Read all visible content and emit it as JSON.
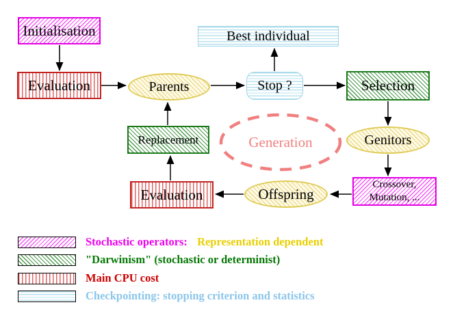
{
  "nodes": {
    "initialisation": {
      "label": "Initialisation"
    },
    "evaluation_top": {
      "label": "Evaluation"
    },
    "parents": {
      "label": "Parents"
    },
    "best_individual": {
      "label": "Best individual"
    },
    "stop": {
      "label": "Stop ?"
    },
    "selection": {
      "label": "Selection"
    },
    "genitors": {
      "label": "Genitors"
    },
    "generation": {
      "label": "Generation"
    },
    "replacement": {
      "label": "Replacement"
    },
    "crossover_mutation": {
      "line1": "Crossover,",
      "line2": "Mutation, ..."
    },
    "offspring": {
      "label": "Offspring"
    },
    "evaluation_bottom": {
      "label": "Evaluation"
    }
  },
  "edges": [
    {
      "from": "initialisation",
      "to": "evaluation_top"
    },
    {
      "from": "evaluation_top",
      "to": "parents"
    },
    {
      "from": "parents",
      "to": "stop"
    },
    {
      "from": "stop",
      "to": "best_individual"
    },
    {
      "from": "stop",
      "to": "selection"
    },
    {
      "from": "selection",
      "to": "genitors"
    },
    {
      "from": "genitors",
      "to": "crossover_mutation"
    },
    {
      "from": "crossover_mutation",
      "to": "offspring"
    },
    {
      "from": "offspring",
      "to": "evaluation_bottom"
    },
    {
      "from": "evaluation_bottom",
      "to": "replacement"
    },
    {
      "from": "replacement",
      "to": "parents"
    }
  ],
  "legend": {
    "rows": [
      {
        "swatch": "magenta-diagonal-hatch",
        "segments": [
          {
            "text": "Stochastic operators:",
            "color": "#ee00ee"
          },
          {
            "text": "Representation dependent",
            "color": "#e9cf00"
          }
        ]
      },
      {
        "swatch": "green-diagonal-hatch",
        "segments": [
          {
            "text": "\"Darwinism\" (stochastic or determinist)",
            "color": "#067806"
          }
        ]
      },
      {
        "swatch": "red-vertical-stripes",
        "segments": [
          {
            "text": "Main CPU cost",
            "color": "#cc0000"
          }
        ]
      },
      {
        "swatch": "cyan-horizontal-stripes",
        "segments": [
          {
            "text": "Checkpointing: stopping criterion and statistics",
            "color": "#8cc6ea"
          }
        ]
      }
    ]
  },
  "colors": {
    "stochastic_operator": "#e400e4",
    "darwinism": "#1c7a1c",
    "cpu_cost": "#c32222",
    "checkpointing": "#9fd3e6",
    "population_ellipse": "#dfcb55",
    "generation_dashed": "#f08080",
    "arrow": "#000000",
    "background": "#ffffff"
  }
}
